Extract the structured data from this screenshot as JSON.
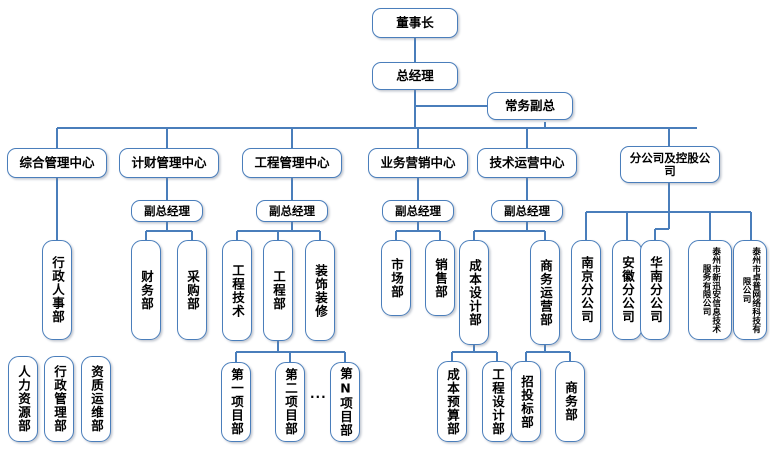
{
  "title": "组织架构图",
  "colors": {
    "box_border": "#4a7ebb",
    "box_fill": "#ffffff",
    "line": "#4a7ebb",
    "text": "#000000",
    "background": "#ffffff"
  },
  "nodes": {
    "chairman": "董事长",
    "general_manager": "总经理",
    "executive_vp": "常务副总",
    "center_admin": "综合管理中心",
    "center_finance": "计财管理中心",
    "center_engineering": "工程管理中心",
    "center_marketing": "业务营销中心",
    "center_tech_ops": "技术运营中心",
    "branch_holding": "分公司及控股公司",
    "deputy_gm_finance": "副总经理",
    "deputy_gm_engineering": "副总经理",
    "deputy_gm_marketing": "副总经理",
    "deputy_gm_tech_ops": "副总经理",
    "dept_admin_hr": "行政人事部",
    "dept_hr": "人力资源部",
    "dept_admin_mgmt": "行政管理部",
    "dept_qualification": "资质运维部",
    "dept_finance": "财务部",
    "dept_purchasing": "采购部",
    "dept_eng_tech": "工程技术",
    "dept_engineering": "工程部",
    "dept_decoration": "装饰装修",
    "project_1": "第一项目部",
    "project_2": "第二项目部",
    "project_n": "第N项目部",
    "project_ellipsis": "···",
    "dept_market": "市场部",
    "dept_sales": "销售部",
    "dept_cost_design": "成本设计部",
    "dept_cost_budget": "成本预算部",
    "dept_eng_design": "工程设计部",
    "dept_business_ops": "商务运营部",
    "dept_bidding": "招投标部",
    "dept_business": "商务部",
    "branch_nanjing": "南京分公司",
    "branch_anhui": "安徽分公司",
    "branch_huanan": "华南分公司",
    "branch_xinxunan": "泰州市新迅安信息技术服务有限公司",
    "branch_zhuopu": "泰州市卓普网络科技有限公司"
  }
}
